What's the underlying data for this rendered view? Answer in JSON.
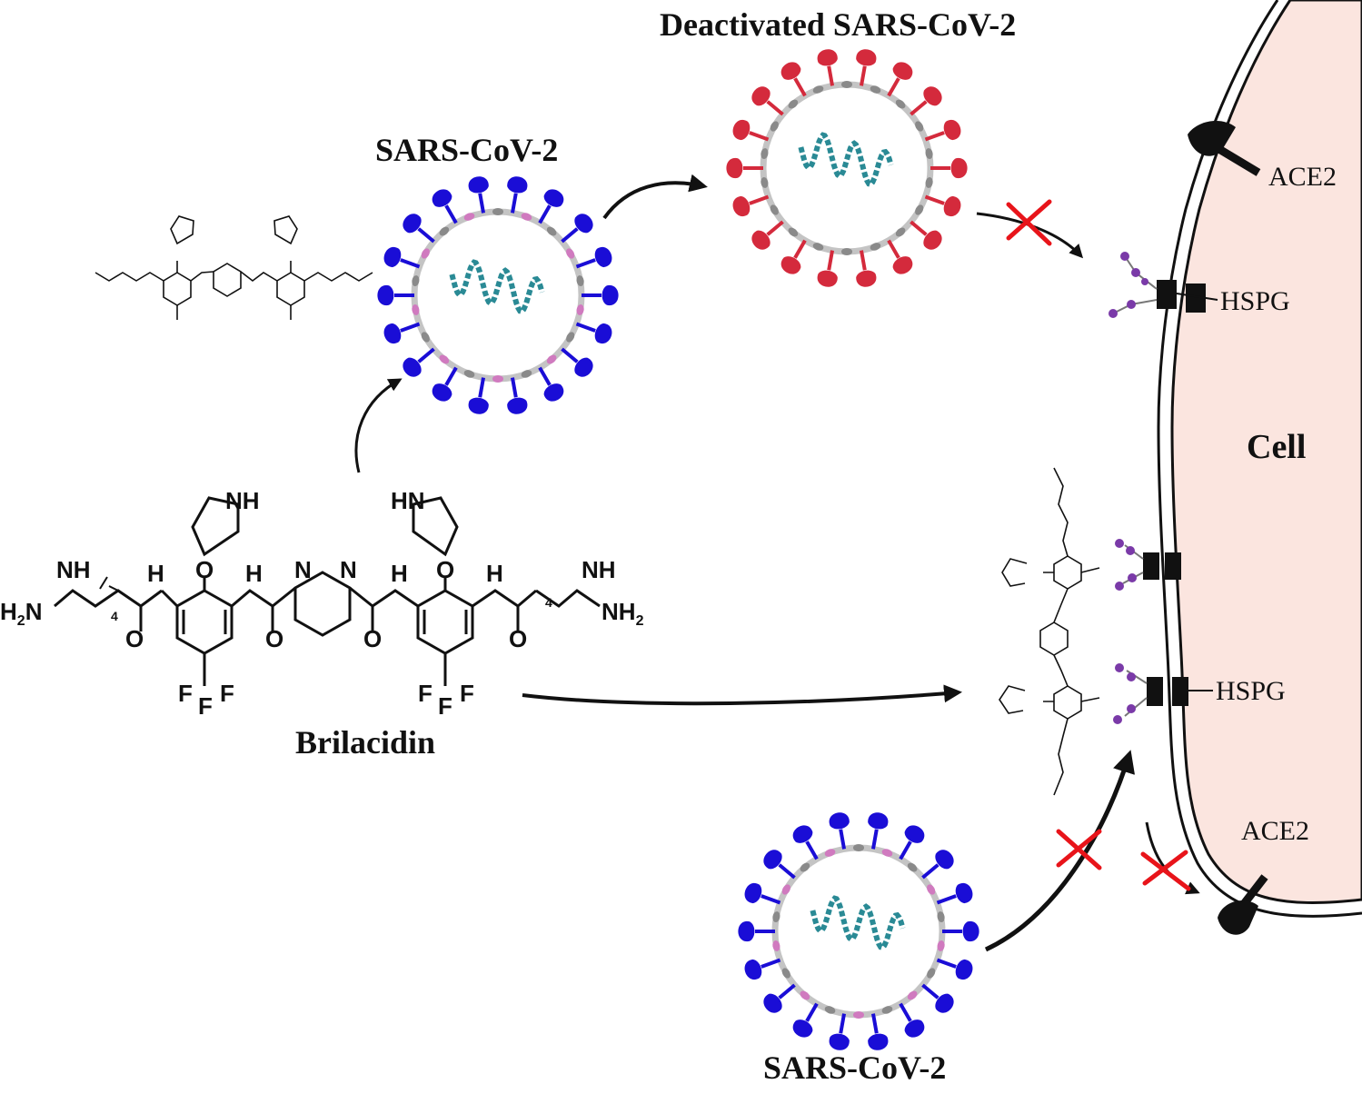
{
  "labels": {
    "deactivated_virus": "Deactivated SARS-CoV-2",
    "virus_top": "SARS-CoV-2",
    "virus_bottom": "SARS-CoV-2",
    "drug": "Brilacidin",
    "cell": "Cell",
    "ace2_top": "ACE2",
    "ace2_bottom": "ACE2",
    "hspg_top": "HSPG",
    "hspg_bottom": "HSPG"
  },
  "molecule": {
    "nh": "NH",
    "hn": "HN",
    "h2n": "H",
    "nh2": "NH",
    "h": "H",
    "n": "N",
    "o": "O",
    "f": "F",
    "four": "4"
  },
  "colors": {
    "cell_fill": "#fbe5df",
    "spike_active": "#1a0dd6",
    "spike_deactivated": "#d42a3c",
    "envelope": "#c4c4c4",
    "rna": "#2a8a95",
    "membrane_protein": "#d07abf",
    "glycan": "#7a3aa8",
    "block_cross": "#e8141a"
  }
}
